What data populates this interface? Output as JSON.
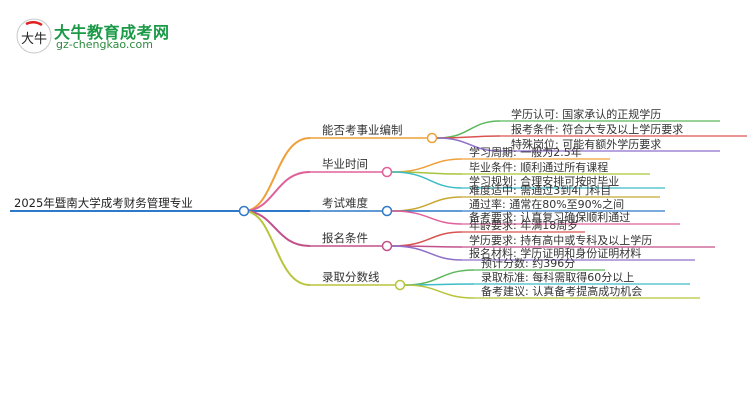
{
  "logo": {
    "title": "大牛教育成考网",
    "url": "gz-chengkao.com",
    "mark_text": "大牛"
  },
  "mindmap": {
    "root": "2025年暨南大学成考财务管理专业",
    "branches": [
      {
        "label": "能否考事业编制",
        "color": "#f0a03a",
        "children": [
          {
            "text": "学历认可: 国家承认的正规学历",
            "color": "#5cb85c"
          },
          {
            "text": "报考条件: 符合大专及以上学历要求",
            "color": "#d9534f"
          },
          {
            "text": "特殊岗位: 可能有额外学历要求",
            "color": "#8e6fc9"
          }
        ]
      },
      {
        "label": "毕业时间",
        "color": "#e0609a",
        "children": [
          {
            "text": "学习周期: 一般为2.5年",
            "color": "#f0a03a"
          },
          {
            "text": "毕业条件: 顺利通过所有课程",
            "color": "#a6c63b"
          },
          {
            "text": "学习规划: 合理安排可按时毕业",
            "color": "#3cbcc8"
          }
        ]
      },
      {
        "label": "考试难度",
        "color": "#2f79c9",
        "children": [
          {
            "text": "难度适中: 需通过3到4门科目",
            "color": "#c8a832"
          },
          {
            "text": "通过率: 通常在80%至90%之间",
            "color": "#2f79c9"
          },
          {
            "text": "备考要求: 认真复习确保顺利通过",
            "color": "#e0609a"
          }
        ]
      },
      {
        "label": "报名条件",
        "color": "#c2508a",
        "children": [
          {
            "text": "年龄要求: 年满18周岁",
            "color": "#d9534f"
          },
          {
            "text": "学历要求: 持有高中或专科及以上学历",
            "color": "#c2508a"
          },
          {
            "text": "报名材料: 学历证明和身份证明材料",
            "color": "#8e6fc9"
          }
        ]
      },
      {
        "label": "录取分数线",
        "color": "#b8c43a",
        "children": [
          {
            "text": "预计分数: 约396分",
            "color": "#5cb85c"
          },
          {
            "text": "录取标准: 每科需取得60分以上",
            "color": "#3cbcc8"
          },
          {
            "text": "备考建议: 认真备考提高成功机会",
            "color": "#b8c43a"
          }
        ]
      }
    ]
  }
}
